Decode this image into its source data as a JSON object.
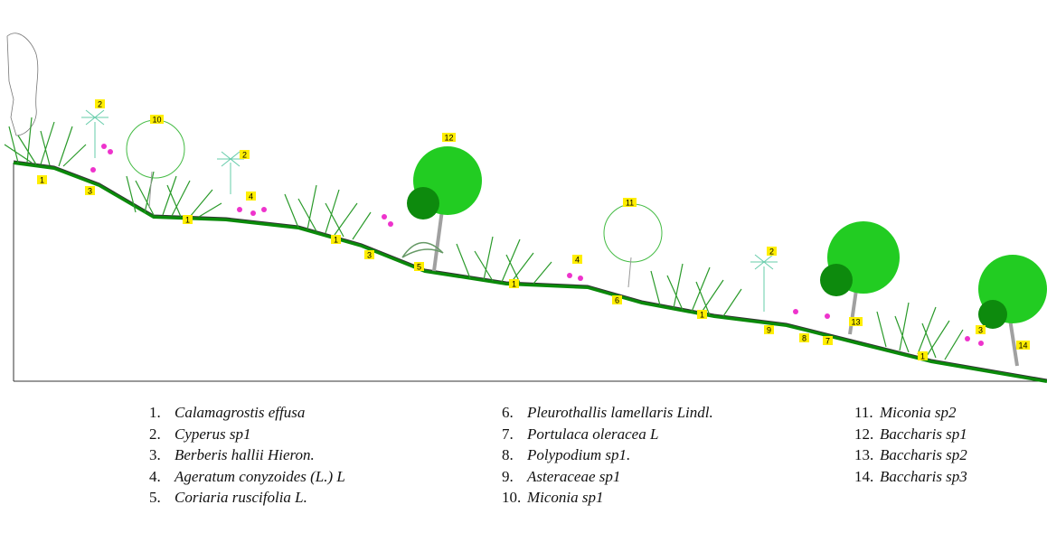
{
  "legend": [
    {
      "num": "1.",
      "name": "Calamagrostis effusa"
    },
    {
      "num": "2.",
      "name": "Cyperus sp1"
    },
    {
      "num": "3.",
      "name": "Berberis hallii Hieron."
    },
    {
      "num": "4.",
      "name": "Ageratum conyzoides (L.) L"
    },
    {
      "num": "5.",
      "name": "Coriaria ruscifolia L."
    },
    {
      "num": "6.",
      "name": "Pleurothallis lamellaris Lindl."
    },
    {
      "num": "7.",
      "name": "Portulaca oleracea L"
    },
    {
      "num": "8.",
      "name": "Polypodium sp1."
    },
    {
      "num": "9.",
      "name": "Asteraceae sp1"
    },
    {
      "num": "10.",
      "name": "Miconia sp1"
    },
    {
      "num": "11.",
      "name": "Miconia sp2"
    },
    {
      "num": "12.",
      "name": "Baccharis sp1"
    },
    {
      "num": "13.",
      "name": "Baccharis sp2"
    },
    {
      "num": "14.",
      "name": "Baccharis sp3"
    }
  ],
  "tags": [
    "1",
    "2",
    "3",
    "4",
    "5",
    "6",
    "7",
    "8",
    "9",
    "10",
    "11",
    "12",
    "13",
    "14"
  ],
  "colors": {
    "grass": "#1aa51a",
    "tree": "#22cc22",
    "tree_dark": "#0d8a0d",
    "flower": "#ee33cc",
    "tag": "#ffee00",
    "trunk": "#a0a0a0"
  }
}
